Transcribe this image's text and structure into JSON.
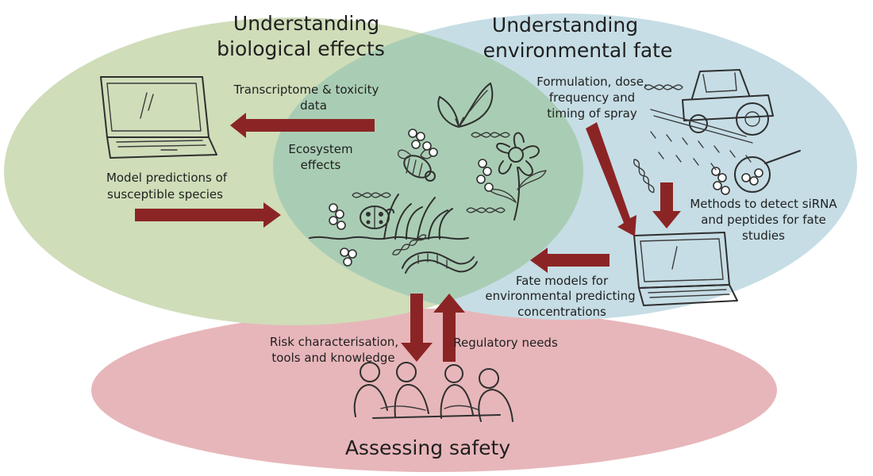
{
  "colors": {
    "bio_ellipse": "#cfddb9",
    "env_ellipse": "#c6dde5",
    "overlap": "#a9cdb4",
    "safety_ellipse": "#e7b6ba",
    "arrow": "#8b2525"
  },
  "regions": {
    "biological": {
      "title_line1": "Understanding",
      "title_line2": "biological effects"
    },
    "environmental": {
      "title_line1": "Understanding",
      "title_line2": "environmental fate"
    },
    "safety": {
      "title": "Assessing safety"
    }
  },
  "labels": {
    "transcriptome": {
      "line1": "Transcriptome & toxicity",
      "line2": "data"
    },
    "model_predictions": {
      "line1": "Model predictions of",
      "line2": "susceptible species"
    },
    "ecosystem": {
      "line1": "Ecosystem",
      "line2": "effects"
    },
    "formulation": {
      "line1": "Formulation, dose,",
      "line2": "frequency and",
      "line3": "timing of spray"
    },
    "methods": {
      "line1": "Methods to detect siRNA",
      "line2": "and peptides for fate",
      "line3": "studies"
    },
    "fate_models": {
      "line1": "Fate models for",
      "line2": "environmental predicting",
      "line3": "concentrations"
    },
    "risk": {
      "line1": "Risk characterisation,",
      "line2": "tools and knowledge"
    },
    "regulatory": {
      "line1": "Regulatory needs"
    }
  },
  "icons": [
    "laptop-icon",
    "butterfly-icon",
    "bee-icon",
    "flower-icon",
    "ladybird-icon",
    "grass-icon",
    "worm-icon",
    "dna-icon",
    "tractor-sprayer-icon",
    "magnifier-icon",
    "people-meeting-icon"
  ]
}
